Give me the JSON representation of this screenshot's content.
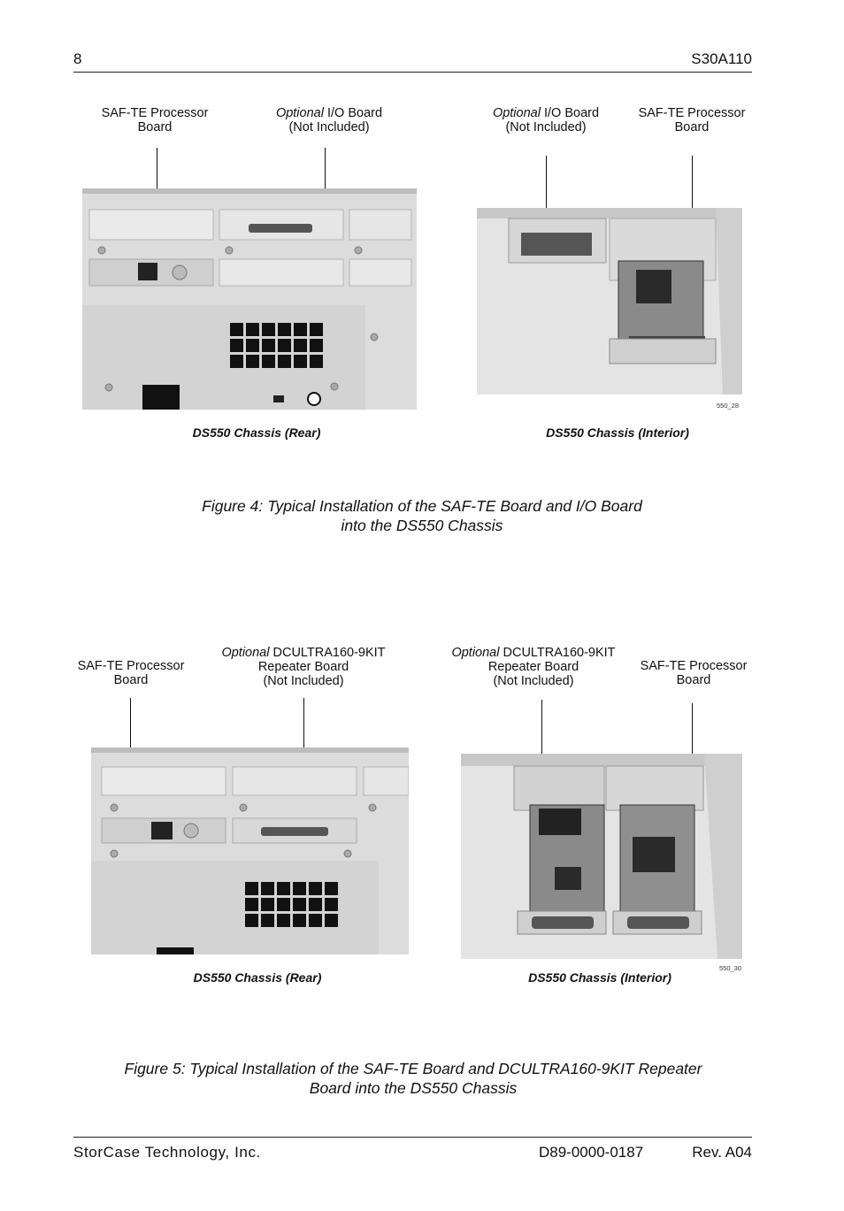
{
  "header": {
    "page_number": "8",
    "doc_code": "S30A110"
  },
  "figure4": {
    "rear": {
      "label_left": "SAF-TE Processor Board",
      "label_right_italic": "Optional",
      "label_right_rest": " I/O Board",
      "label_right_line2": "(Not Included)",
      "caption": "DS550 Chassis (Rear)"
    },
    "interior": {
      "label_left_italic": "Optional",
      "label_left_rest": " I/O Board",
      "label_left_line2": "(Not Included)",
      "label_right": "SAF-TE Processor Board",
      "caption": "DS550 Chassis (Interior)",
      "image_id": "550_28"
    },
    "caption_line1": "Figure 4:  Typical Installation of the SAF-TE Board and I/O Board",
    "caption_line2": "into the DS550 Chassis"
  },
  "figure5": {
    "rear": {
      "label_left": "SAF-TE Processor Board",
      "label_right_italic": "Optional",
      "label_right_rest": " DCULTRA160-9KIT",
      "label_right_line2": "Repeater Board",
      "label_right_line3": "(Not Included)",
      "caption": "DS550 Chassis (Rear)"
    },
    "interior": {
      "label_left_italic": "Optional",
      "label_left_rest": " DCULTRA160-9KIT",
      "label_left_line2": "Repeater Board",
      "label_left_line3": "(Not Included)",
      "label_right": "SAF-TE Processor Board",
      "caption": "DS550 Chassis (Interior)",
      "image_id": "550_30"
    },
    "caption_line1": "Figure 5:  Typical Installation of the SAF-TE Board and DCULTRA160-9KIT Repeater",
    "caption_line2": "Board into the DS550 Chassis"
  },
  "footer": {
    "company": "StorCase Technology, Inc.",
    "doc_number": "D89-0000-0187",
    "revision": "Rev. A04"
  }
}
